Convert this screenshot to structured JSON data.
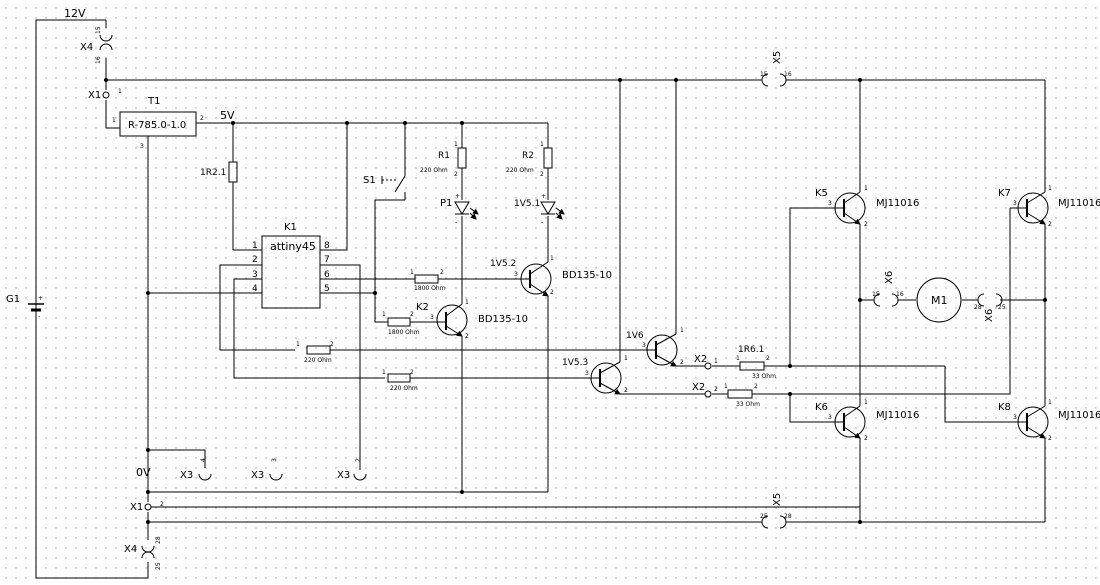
{
  "rails": {
    "v12": "12V",
    "v5": "5V",
    "v0": "0V"
  },
  "connectors": {
    "x4_top": {
      "ref": "X4",
      "pin_a": "15",
      "pin_b": "16"
    },
    "x4_bot": {
      "ref": "X4",
      "pin_a": "28",
      "pin_b": "25"
    },
    "x1_top": {
      "ref": "X1",
      "pin": "1"
    },
    "x1_bot": {
      "ref": "X1",
      "pin": "2"
    },
    "x5_top": {
      "ref": "X5",
      "pin_a": "15",
      "pin_b": "16"
    },
    "x5_bot": {
      "ref": "X5",
      "pin_a": "25",
      "pin_b": "28"
    },
    "x6_left": {
      "ref": "X6",
      "pin_a": "15",
      "pin_b": "16"
    },
    "x6_right": {
      "ref": "X6",
      "pin_a": "28",
      "pin_b": "25"
    },
    "x3_a": {
      "ref": "X3",
      "pin": "4"
    },
    "x3_b": {
      "ref": "X3",
      "pin": "3"
    },
    "x3_c": {
      "ref": "X3",
      "pin": "2"
    },
    "x2_a": {
      "ref": "X2",
      "pin": "1"
    },
    "x2_b": {
      "ref": "X2",
      "pin": "2"
    }
  },
  "regulator": {
    "ref": "T1",
    "part": "R-785.0-1.0",
    "pin1": "1",
    "pin2": "2",
    "pin3": "3"
  },
  "battery": {
    "ref": "G1",
    "plus": "+",
    "minus": "-"
  },
  "mcu": {
    "ref": "K1",
    "part": "attiny45",
    "pins": [
      "1",
      "2",
      "3",
      "4",
      "5",
      "6",
      "7",
      "8"
    ]
  },
  "resistors": {
    "r2_1": {
      "ref": "1R2.1"
    },
    "r1": {
      "ref": "R1",
      "value": "220 Ohm",
      "p1": "1",
      "p2": "2"
    },
    "r2": {
      "ref": "R2",
      "value": "220 Ohm",
      "p1": "1",
      "p2": "2"
    },
    "rb1": {
      "value": "1800 Ohm",
      "p1": "1",
      "p2": "2"
    },
    "rb2": {
      "value": "1800 Ohm",
      "p1": "1",
      "p2": "2"
    },
    "rc1": {
      "value": "220 Ohm",
      "p1": "1",
      "p2": "2"
    },
    "rc2": {
      "value": "220 Ohm",
      "p1": "1",
      "p2": "2"
    },
    "r6_1": {
      "ref": "1R6.1",
      "value": "33 Ohm",
      "p1": "1",
      "p2": "2"
    },
    "r6_2": {
      "value": "33 Ohm",
      "p1": "1",
      "p2": "2"
    }
  },
  "switch": {
    "ref": "S1"
  },
  "leds": {
    "p1": {
      "ref": "P1",
      "plus": "+",
      "minus": "-"
    },
    "v5_1": {
      "ref": "1V5.1",
      "plus": "+",
      "minus": "-"
    }
  },
  "transistors": {
    "v5_2": {
      "ref": "1V5.2",
      "part": "BD135-10",
      "b": "3",
      "c": "1",
      "e": "2"
    },
    "k2": {
      "ref": "K2",
      "part": "BD135-10",
      "b": "3",
      "c": "1",
      "e": "2"
    },
    "v6": {
      "ref": "1V6",
      "b": "3",
      "c": "1",
      "e": "2"
    },
    "v5_3": {
      "ref": "1V5.3",
      "b": "3",
      "c": "1",
      "e": "2"
    },
    "k5": {
      "ref": "K5",
      "part": "MJ11016",
      "b": "3",
      "c": "1",
      "e": "2"
    },
    "k6": {
      "ref": "K6",
      "part": "MJ11016",
      "b": "3",
      "c": "1",
      "e": "2"
    },
    "k7": {
      "ref": "K7",
      "part": "MJ11016",
      "b": "3",
      "c": "1",
      "e": "2"
    },
    "k8": {
      "ref": "K8",
      "part": "MJ11016",
      "b": "3",
      "c": "1",
      "e": "2"
    }
  },
  "motor": {
    "ref": "M1"
  }
}
